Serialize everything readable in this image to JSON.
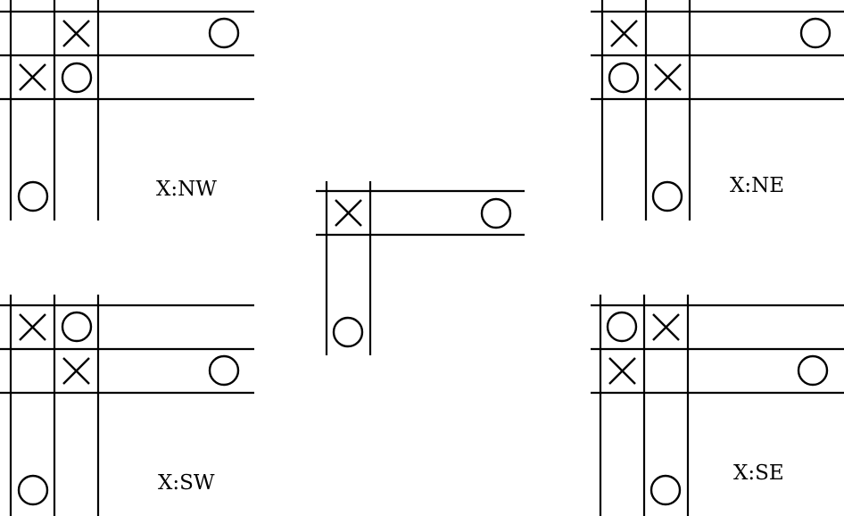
{
  "diagram": {
    "panels": [
      {
        "id": "nw",
        "label": "X:NW"
      },
      {
        "id": "ne",
        "label": "X:NE"
      },
      {
        "id": "center",
        "label": ""
      },
      {
        "id": "sw",
        "label": "X:SW"
      },
      {
        "id": "se",
        "label": "X:SE"
      }
    ],
    "marks": {
      "x": "X",
      "o": "O"
    }
  }
}
